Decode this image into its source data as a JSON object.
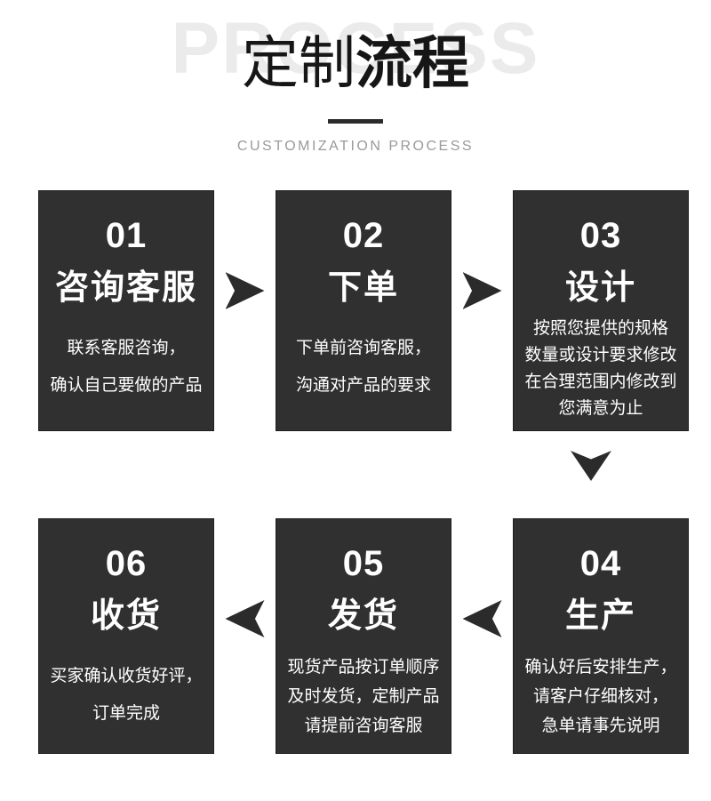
{
  "colors": {
    "page_bg": "#ffffff",
    "box_bg": "#303030",
    "box_border": "#1f1f1f",
    "arrow": "#2b2b2b",
    "text_on_dark": "#ffffff",
    "title": "#161616",
    "watermark": "#ebebeb",
    "subtitle": "#9a9a9a"
  },
  "header": {
    "watermark": "PROCESS",
    "title_light": "定制",
    "title_bold": "流程",
    "subtitle": "CUSTOMIZATION PROCESS"
  },
  "steps": [
    {
      "number": "01",
      "title": "咨询客服",
      "desc": [
        "联系客服咨询，",
        "确认自己要做的产品"
      ]
    },
    {
      "number": "02",
      "title": "下单",
      "desc": [
        "下单前咨询客服，",
        "沟通对产品的要求"
      ]
    },
    {
      "number": "03",
      "title": "设计",
      "desc": [
        "按照您提供的规格",
        "数量或设计要求修改",
        "在合理范围内修改到",
        "您满意为止"
      ]
    },
    {
      "number": "04",
      "title": "生产",
      "desc": [
        "确认好后安排生产，",
        "请客户仔细核对，",
        "急单请事先说明"
      ]
    },
    {
      "number": "05",
      "title": "发货",
      "desc": [
        "现货产品按订单顺序",
        "及时发货，定制产品",
        "请提前咨询客服"
      ]
    },
    {
      "number": "06",
      "title": "收货",
      "desc": [
        "买家确认收货好评，",
        "订单完成"
      ]
    }
  ]
}
